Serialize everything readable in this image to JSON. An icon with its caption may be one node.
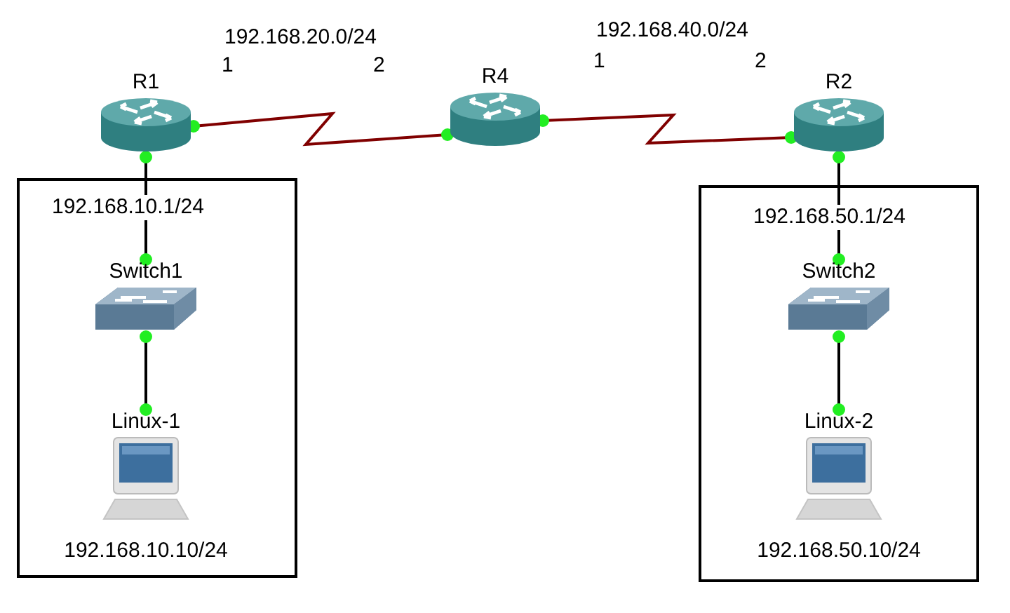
{
  "diagram": {
    "nodes": [
      {
        "text": [
          "R1"
        ]
      },
      {
        "text": [
          "R4"
        ]
      },
      {
        "text": [
          "R2"
        ]
      },
      {
        "text": [],
        "shape": "box"
      },
      {
        "text": [
          "Switch1"
        ],
        "in": 3
      },
      {
        "text": [
          "Linux-1"
        ],
        "in": 3,
        "beside": [
          "192.168.10.10/24"
        ]
      },
      {
        "text": [],
        "shape": "box"
      },
      {
        "text": [
          "Switch2"
        ],
        "in": 6
      },
      {
        "text": [
          "Linux-2"
        ],
        "in": 6,
        "beside": [
          "192.168.50.10/24"
        ]
      }
    ],
    "edges": [
      {
        "from": 0,
        "to": 1,
        "arrow": "other",
        "color": "#800000"
      },
      {
        "from": 1,
        "to": 2,
        "arrow": "other",
        "color": "#800000"
      },
      {
        "from": 0,
        "to": 4,
        "arrow": "other"
      },
      {
        "from": 4,
        "to": 5,
        "arrow": "other"
      },
      {
        "from": 2,
        "to": 7,
        "arrow": "other"
      },
      {
        "from": 7,
        "to": 8,
        "arrow": "other"
      }
    ],
    "labels": [
      "192.168.20.0/24",
      "1",
      "2",
      "192.168.40.0/24",
      "1",
      "2",
      "192.168.10.1/24",
      "192.168.50.1/24"
    ]
  }
}
